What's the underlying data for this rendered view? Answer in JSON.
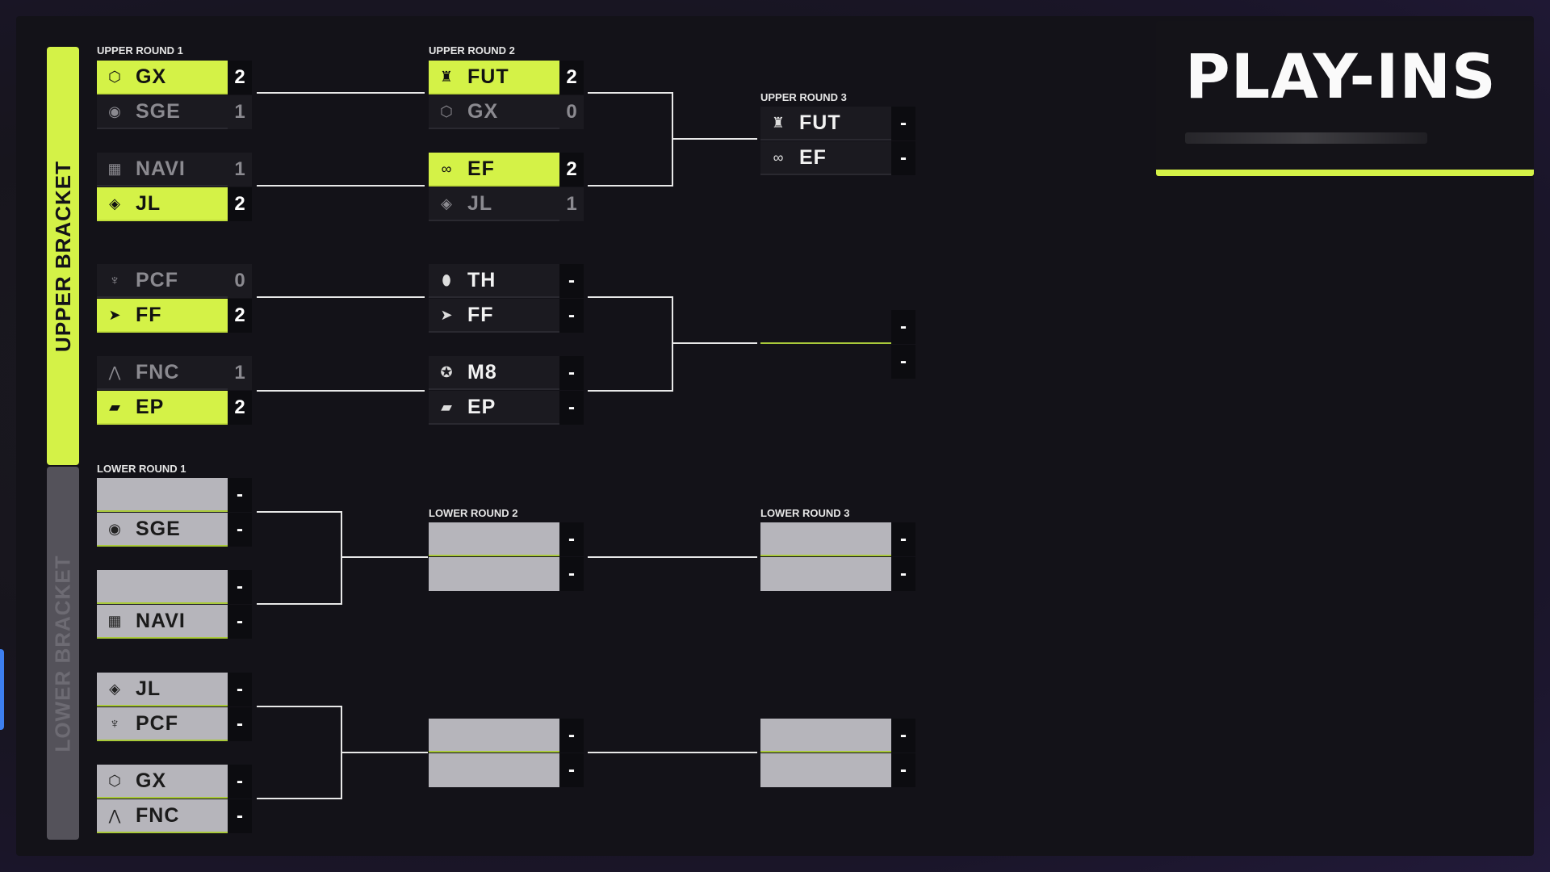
{
  "title": "PLAY-INS",
  "brackets": {
    "upper": "UPPER BRACKET",
    "lower": "LOWER BRACKET"
  },
  "rounds": {
    "upper1": "UPPER ROUND 1",
    "upper2": "UPPER ROUND 2",
    "upper3": "UPPER ROUND 3",
    "lower1": "LOWER ROUND 1",
    "lower2": "LOWER ROUND 2",
    "lower3": "LOWER ROUND 3"
  },
  "matches": {
    "ur1m1": [
      {
        "name": "GX",
        "score": "2"
      },
      {
        "name": "SGE",
        "score": "1"
      }
    ],
    "ur1m2": [
      {
        "name": "NAVI",
        "score": "1"
      },
      {
        "name": "JL",
        "score": "2"
      }
    ],
    "ur1m3": [
      {
        "name": "PCF",
        "score": "0"
      },
      {
        "name": "FF",
        "score": "2"
      }
    ],
    "ur1m4": [
      {
        "name": "FNC",
        "score": "1"
      },
      {
        "name": "EP",
        "score": "2"
      }
    ],
    "ur2m1": [
      {
        "name": "FUT",
        "score": "2"
      },
      {
        "name": "GX",
        "score": "0"
      }
    ],
    "ur2m2": [
      {
        "name": "EF",
        "score": "2"
      },
      {
        "name": "JL",
        "score": "1"
      }
    ],
    "ur2m3": [
      {
        "name": "TH",
        "score": "-"
      },
      {
        "name": "FF",
        "score": "-"
      }
    ],
    "ur2m4": [
      {
        "name": "M8",
        "score": "-"
      },
      {
        "name": "EP",
        "score": "-"
      }
    ],
    "ur3m1": [
      {
        "name": "FUT",
        "score": "-"
      },
      {
        "name": "EF",
        "score": "-"
      }
    ],
    "ur3m2": [
      {
        "name": "",
        "score": "-"
      },
      {
        "name": "",
        "score": "-"
      }
    ],
    "lr1m1": [
      {
        "name": "",
        "score": "-"
      },
      {
        "name": "SGE",
        "score": "-"
      }
    ],
    "lr1m2": [
      {
        "name": "",
        "score": "-"
      },
      {
        "name": "NAVI",
        "score": "-"
      }
    ],
    "lr1m3": [
      {
        "name": "JL",
        "score": "-"
      },
      {
        "name": "PCF",
        "score": "-"
      }
    ],
    "lr1m4": [
      {
        "name": "GX",
        "score": "-"
      },
      {
        "name": "FNC",
        "score": "-"
      }
    ],
    "lr2m1": [
      {
        "name": "",
        "score": "-"
      },
      {
        "name": "",
        "score": "-"
      }
    ],
    "lr2m2": [
      {
        "name": "",
        "score": "-"
      },
      {
        "name": "",
        "score": "-"
      }
    ],
    "lr3m1": [
      {
        "name": "",
        "score": "-"
      },
      {
        "name": "",
        "score": "-"
      }
    ],
    "lr3m2": [
      {
        "name": "",
        "score": "-"
      },
      {
        "name": "",
        "score": "-"
      }
    ]
  },
  "colors": {
    "accent": "#d4f247",
    "panel": "#1b1a20",
    "background": "#131218",
    "tbd": "#b6b5bb"
  }
}
